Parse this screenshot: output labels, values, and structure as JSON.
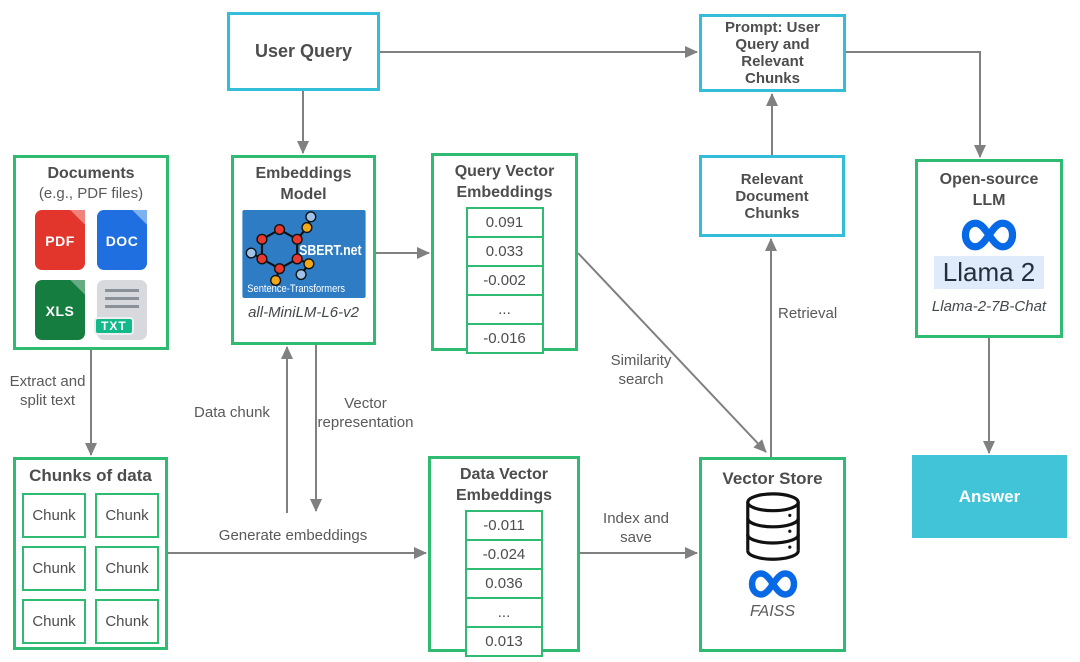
{
  "colors": {
    "green_border": "#2fbc72",
    "cyan_border": "#33bdd8",
    "answer_fill": "#41c4d8",
    "arrow_gray": "#808080",
    "meta_blue": "#0769e6",
    "sbert_blue": "#2d7cc4",
    "llama_highlight": "#dfeafb",
    "pdf_red": "#e2352c",
    "doc_blue": "#1f6fe0",
    "xls_green": "#157d3f",
    "txt_teal": "#12b98b"
  },
  "nodes": {
    "user_query": {
      "label": "User Query"
    },
    "prompt": {
      "label": "Prompt: User\nQuery and\nRelevant\nChunks"
    },
    "documents": {
      "title": "Documents",
      "subtitle": "(e.g., PDF files)",
      "files": [
        "PDF",
        "DOC",
        "XLS",
        "TXT"
      ]
    },
    "embeddings_model": {
      "title": "Embeddings\nModel",
      "logo_text": "SBERT.net",
      "logo_subtext": "Sentence-Transformers",
      "model_name": "all-MiniLM-L6-v2"
    },
    "query_vector": {
      "title": "Query Vector\nEmbeddings",
      "values": [
        "0.091",
        "0.033",
        "-0.002",
        "...",
        "-0.016"
      ]
    },
    "relevant_chunks": {
      "label": "Relevant\nDocument\nChunks"
    },
    "llm": {
      "title": "Open-source\nLLM",
      "product": "Llama 2",
      "model_name": "Llama-2-7B-Chat"
    },
    "chunks_of_data": {
      "title": "Chunks of data",
      "cells": [
        "Chunk",
        "Chunk",
        "Chunk",
        "Chunk",
        "Chunk",
        "Chunk"
      ]
    },
    "data_vector": {
      "title": "Data Vector\nEmbeddings",
      "values": [
        "-0.011",
        "-0.024",
        "0.036",
        "...",
        "0.013"
      ]
    },
    "vector_store": {
      "title": "Vector Store",
      "engine": "FAISS"
    },
    "answer": {
      "label": "Answer"
    }
  },
  "edges": {
    "extract_split": "Extract and\nsplit text",
    "data_chunk": "Data chunk",
    "vector_representation": "Vector\nrepresentation",
    "generate_embeddings": "Generate embeddings",
    "index_save": "Index and\nsave",
    "similarity_search": "Similarity\nsearch",
    "retrieval": "Retrieval"
  }
}
